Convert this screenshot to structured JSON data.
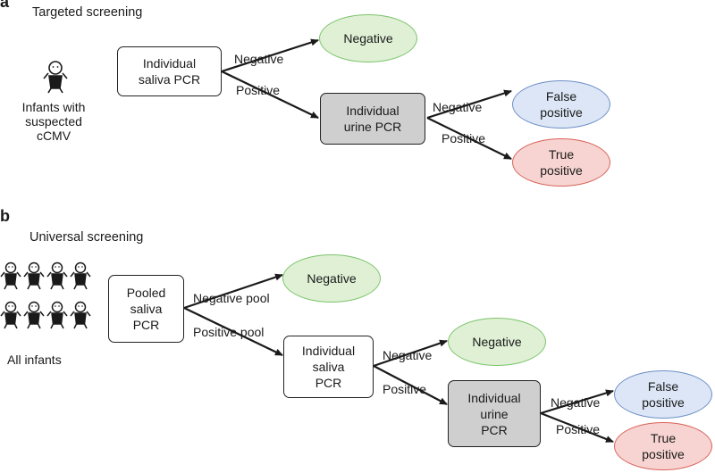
{
  "panel_a": {
    "letter": "a",
    "title": "Targeted screening",
    "population_label": "Infants with\nsuspected\ncCMV",
    "box_saliva": "Individual\nsaliva PCR",
    "box_urine": "Individual\nurine PCR",
    "edge_negative_1": "Negative",
    "edge_positive_1": "Positive",
    "edge_negative_2": "Negative",
    "edge_positive_2": "Positive",
    "outcome_negative": "Negative",
    "outcome_false_positive": "False\npositive",
    "outcome_true_positive": "True\npositive"
  },
  "panel_b": {
    "letter": "b",
    "title": "Universal screening",
    "population_label": "All infants",
    "box_pooled": "Pooled\nsaliva\nPCR",
    "box_saliva": "Individual\nsaliva\nPCR",
    "box_urine": "Individual\nurine\nPCR",
    "edge_negative_pool": "Negative pool",
    "edge_positive_pool": "Positive pool",
    "edge_negative_2": "Negative",
    "edge_positive_2": "Positive",
    "edge_negative_3": "Negative",
    "edge_positive_3": "Positive",
    "outcome_negative_1": "Negative",
    "outcome_negative_2": "Negative",
    "outcome_false_positive": "False\npositive",
    "outcome_true_positive": "True\npositive"
  },
  "colors": {
    "negative_fill": "#dff0d5",
    "false_positive_fill": "#dce6f6",
    "true_positive_fill": "#f7d4d1",
    "urine_box_fill": "#cfcfcf"
  },
  "icons": {
    "infant": "infant-icon"
  }
}
